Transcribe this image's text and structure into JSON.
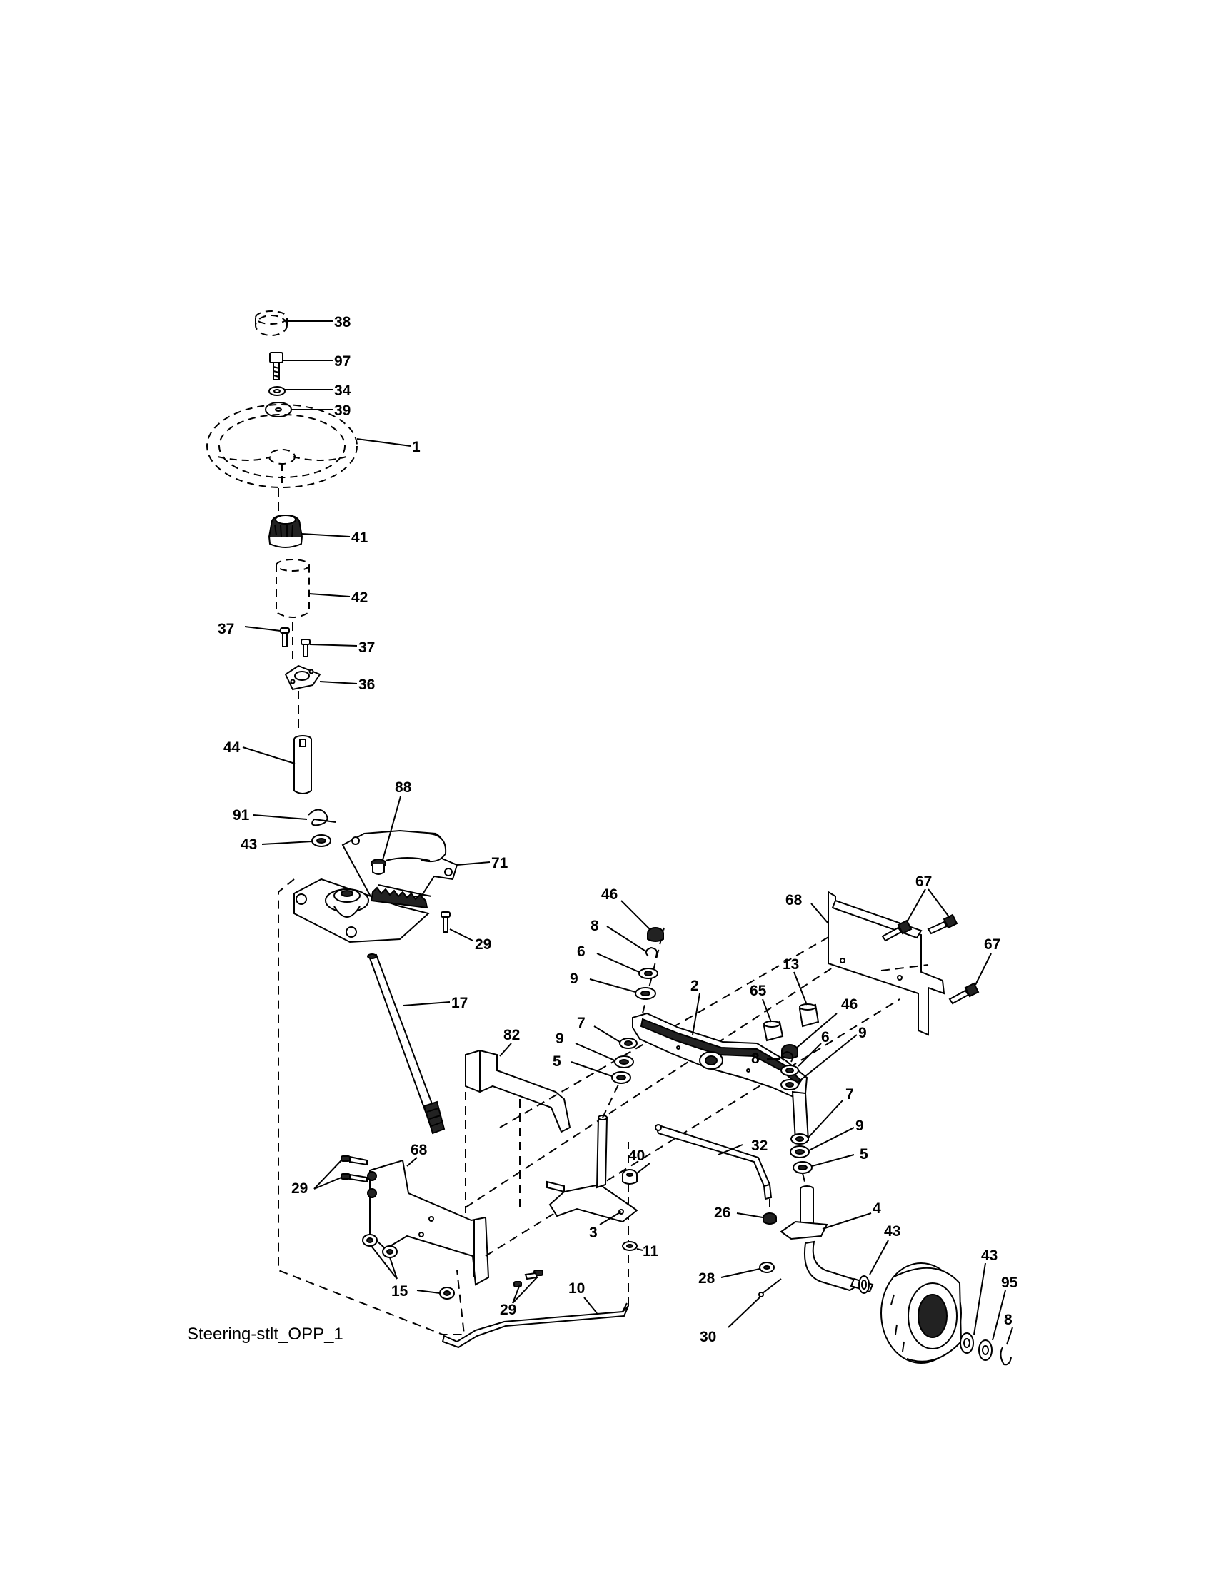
{
  "diagram": {
    "caption": "Steering-stlt_OPP_1",
    "parts": [
      {
        "id": "steering-cap",
        "callout": "38"
      },
      {
        "id": "cap-bolt",
        "callout": "97"
      },
      {
        "id": "lock-washer",
        "callout": "34"
      },
      {
        "id": "flat-washer",
        "callout": "39"
      },
      {
        "id": "steering-wheel",
        "callout": "1"
      },
      {
        "id": "steering-adapter",
        "callout": "41"
      },
      {
        "id": "steering-boot",
        "callout": "42"
      },
      {
        "id": "bushing-screw-left",
        "callout": "37"
      },
      {
        "id": "bushing-screw-right",
        "callout": "37"
      },
      {
        "id": "column-bushing",
        "callout": "36"
      },
      {
        "id": "steering-extension",
        "callout": "44"
      },
      {
        "id": "hairpin-clip",
        "callout": "91"
      },
      {
        "id": "sector-washer",
        "callout": "43"
      },
      {
        "id": "sector-bolt",
        "callout": "88"
      },
      {
        "id": "sector-gear-plate",
        "callout": "71"
      },
      {
        "id": "sector-screw",
        "callout": "29"
      },
      {
        "id": "steering-shaft",
        "callout": "17"
      },
      {
        "id": "bracket-support",
        "callout": "82"
      },
      {
        "id": "bracket-bolt-upper",
        "callout": "29"
      },
      {
        "id": "left-axle-bracket",
        "callout": "68"
      },
      {
        "id": "bracket-nuts",
        "callout": "15"
      },
      {
        "id": "bracket-bolt-lower",
        "callout": "29"
      },
      {
        "id": "drag-link",
        "callout": "10"
      },
      {
        "id": "steering-arm-nut",
        "callout": "11"
      },
      {
        "id": "steering-arm",
        "callout": "3"
      },
      {
        "id": "arm-locknut",
        "callout": "40"
      },
      {
        "id": "tie-rod",
        "callout": "32"
      },
      {
        "id": "tie-rod-nut",
        "callout": "26"
      },
      {
        "id": "tie-rod-washer",
        "callout": "28"
      },
      {
        "id": "cotter-pin",
        "callout": "30"
      },
      {
        "id": "axle-cap-left",
        "callout": "46"
      },
      {
        "id": "retaining-ring-left",
        "callout": "8"
      },
      {
        "id": "spacer-left",
        "callout": "6"
      },
      {
        "id": "washer-left-upper",
        "callout": "9"
      },
      {
        "id": "bushing-left-upper",
        "callout": "7"
      },
      {
        "id": "washer-left-mid",
        "callout": "9"
      },
      {
        "id": "bearing-left",
        "callout": "5"
      },
      {
        "id": "front-axle",
        "callout": "2"
      },
      {
        "id": "axle-bolt-spacer",
        "callout": "65"
      },
      {
        "id": "pivot-bushing",
        "callout": "13"
      },
      {
        "id": "axle-cap-right",
        "callout": "46"
      },
      {
        "id": "retaining-ring-right",
        "callout": "8"
      },
      {
        "id": "spacer-right",
        "callout": "6"
      },
      {
        "id": "washer-right-upper",
        "callout": "9"
      },
      {
        "id": "bushing-right",
        "callout": "7"
      },
      {
        "id": "washer-right-mid",
        "callout": "9"
      },
      {
        "id": "bearing-right",
        "callout": "5"
      },
      {
        "id": "spindle-right",
        "callout": "4"
      },
      {
        "id": "right-axle-bracket",
        "callout": "68"
      },
      {
        "id": "bracket-bolts-top",
        "callout": "67"
      },
      {
        "id": "bracket-bolt-side",
        "callout": "67"
      },
      {
        "id": "spindle-washer",
        "callout": "43"
      },
      {
        "id": "wheel-washer",
        "callout": "43"
      },
      {
        "id": "wheel-spacer",
        "callout": "95"
      },
      {
        "id": "wheel-retaining-ring",
        "callout": "8"
      }
    ]
  }
}
